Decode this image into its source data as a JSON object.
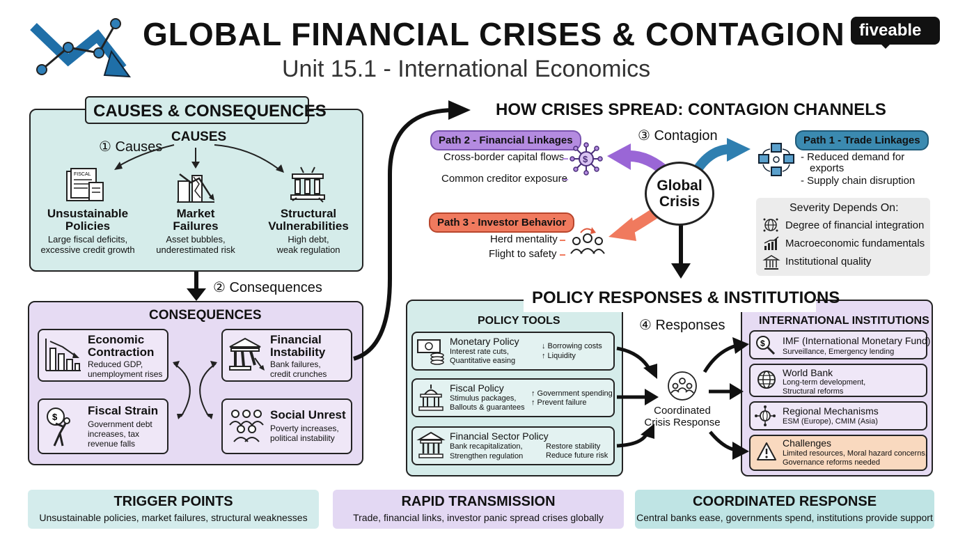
{
  "header": {
    "title": "GLOBAL FINANCIAL CRISES & CONTAGION",
    "subtitle": "Unit 15.1 - International Economics",
    "brand": "fiveable"
  },
  "causes_panel": {
    "title": "CAUSES & CONSEQUENCES",
    "step_label": "① Causes",
    "causes_heading": "CAUSES",
    "items": [
      {
        "title1": "Unsustainable",
        "title2": "Policies",
        "desc1": "Large fiscal deficits,",
        "desc2": "excessive credit growth",
        "icon": "fiscal-document-icon",
        "icon_label": "FISCAL"
      },
      {
        "title1": "Market",
        "title2": "Failures",
        "desc1": "Asset bubbles,",
        "desc2": "underestimated risk",
        "icon": "broken-building-chart-icon"
      },
      {
        "title1": "Structural",
        "title2": "Vulnerabilities",
        "desc1": "High debt,",
        "desc2": "weak regulation",
        "icon": "crumbling-columns-icon"
      }
    ]
  },
  "consequences_step": "② Consequences",
  "consequences_panel": {
    "title": "CONSEQUENCES",
    "items": [
      {
        "title1": "Economic",
        "title2": "Contraction",
        "desc1": "Reduced GDP,",
        "desc2": "unemployment rises",
        "icon": "declining-bar-chart-icon"
      },
      {
        "title1": "Financial",
        "title2": "Instability",
        "desc1": "Bank failures,",
        "desc2": "credit crunches",
        "icon": "collapsing-bank-icon"
      },
      {
        "title1": "Fiscal Strain",
        "title2": "",
        "desc1": "Government debt",
        "desc2": "increases, tax",
        "desc3": "revenue falls",
        "icon": "person-carrying-debt-icon"
      },
      {
        "title1": "Social Unrest",
        "title2": "",
        "desc1": "Poverty increases,",
        "desc2": "political instability",
        "icon": "crowd-icon"
      }
    ]
  },
  "contagion": {
    "title": "HOW CRISES SPREAD: CONTAGION CHANNELS",
    "step_label": "③ Contagion",
    "center": {
      "line1": "Global",
      "line2": "Crisis"
    },
    "path2": {
      "label": "Path 2 - Financial Linkages",
      "items": [
        "Cross-border capital flows",
        "Common creditor exposure"
      ],
      "icon": "network-dollar-icon",
      "color": "#b48be0"
    },
    "path1": {
      "label": "Path 1 - Trade Linkages",
      "items": [
        "Reduced demand for",
        "exports",
        "Supply chain disruption"
      ],
      "icon": "trade-cubes-icon",
      "color": "#3b8ab0"
    },
    "path3": {
      "label": "Path 3 - Investor Behavior",
      "items": [
        "Herd mentality",
        "Flight to safety"
      ],
      "icon": "investor-group-icon",
      "color": "#f07a5e"
    },
    "severity": {
      "title": "Severity Depends On:",
      "items": [
        {
          "label": "Degree of financial integration",
          "icon": "globe-network-icon"
        },
        {
          "label": "Macroeconomic fundamentals",
          "icon": "growth-chart-icon"
        },
        {
          "label": "Institutional quality",
          "icon": "institution-icon"
        }
      ]
    }
  },
  "policy": {
    "title": "POLICY RESPONSES & INSTITUTIONS",
    "step_label": "④ Responses",
    "tools_heading": "POLICY TOOLS",
    "tools": [
      {
        "title": "Monetary Policy",
        "desc1": "Interest rate cuts,",
        "desc2": "Quantitative easing",
        "effect1": "↓ Borrowing costs",
        "effect2": "↑ Liquidity",
        "icon": "money-coins-icon"
      },
      {
        "title": "Fiscal Policy",
        "desc1": "Stimulus packages,",
        "desc2": "Ballouts & guarantees",
        "effect1": "↑ Government spending",
        "effect2": "↑ Prevent failure",
        "icon": "capitol-building-icon"
      },
      {
        "title": "Financial Sector Policy",
        "desc1": "Bank recapitalization,",
        "desc2": "Strengthen regulation",
        "effect1": "Restore stability",
        "effect2": "Reduce future risk",
        "icon": "bank-icon"
      }
    ],
    "coordination": {
      "line1": "Coordinated",
      "line2": "Crisis Response",
      "icon": "coordinated-group-icon"
    },
    "institutions_heading": "INTERNATIONAL INSTITUTIONS",
    "institutions": [
      {
        "title": "IMF (International Monetary Fund)",
        "desc": "Surveillance, Emergency lending",
        "icon": "magnifier-dollar-icon"
      },
      {
        "title": "World Bank",
        "desc1": "Long-term development,",
        "desc2": "Structural reforms",
        "icon": "globe-icon"
      },
      {
        "title": "Regional Mechanisms",
        "desc": "ESM (Europe), CMIM (Asia)",
        "icon": "regional-network-icon"
      },
      {
        "title": "Challenges",
        "desc1": "Limited resources, Moral hazard concerns,",
        "desc2": "Governance reforms needed",
        "icon": "warning-icon"
      }
    ]
  },
  "footer": [
    {
      "title": "TRIGGER POINTS",
      "desc": "Unsustainable policies, market failures, structural weaknesses",
      "color": "#d4ecec"
    },
    {
      "title": "RAPID TRANSMISSION",
      "desc": "Trade, financial links, investor panic spread crises globally",
      "color": "#e3d8f3"
    },
    {
      "title": "COORDINATED RESPONSE",
      "desc": "Central banks ease, governments spend, institutions provide support",
      "color": "#bfe4e4"
    }
  ],
  "colors": {
    "teal_panel": "#d5ecea",
    "purple_panel": "#e6dbf3",
    "orange_box": "#f9d9bf",
    "grey_box": "#ececec"
  }
}
